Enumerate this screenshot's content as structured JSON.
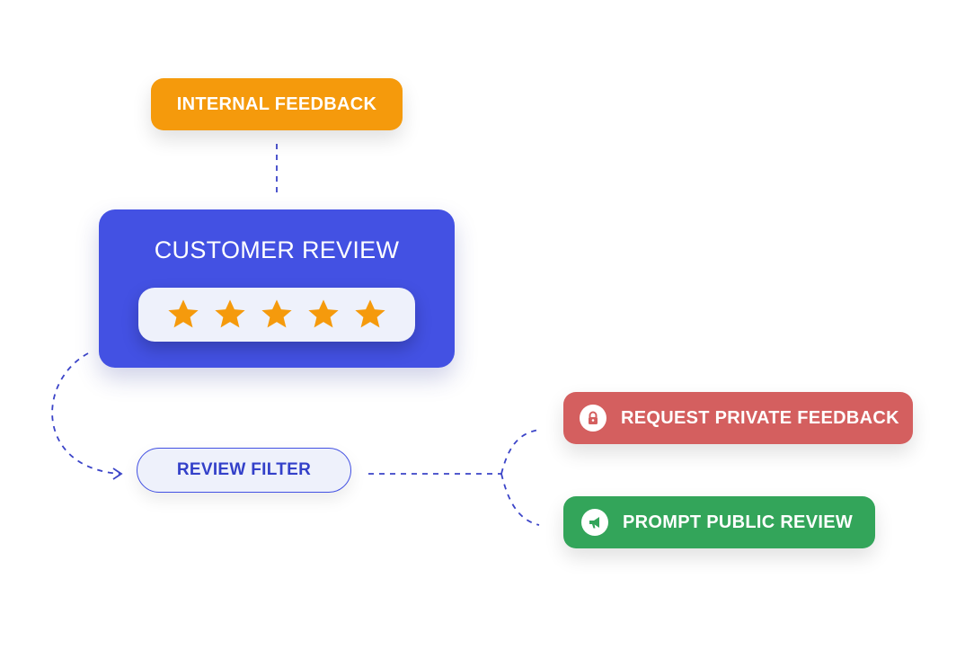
{
  "nodes": {
    "internal_feedback": "INTERNAL FEEDBACK",
    "customer_review": "CUSTOMER REVIEW",
    "review_filter": "REVIEW FILTER",
    "request_private_feedback": "REQUEST PRIVATE FEEDBACK",
    "prompt_public_review": "PROMPT PUBLIC REVIEW"
  },
  "rating": {
    "stars": 5,
    "max": 5
  },
  "icons": {
    "private": "lock-icon",
    "public": "megaphone-icon"
  },
  "colors": {
    "internal": "#f59a0c",
    "review_card": "#4351e3",
    "star": "#f59a0c",
    "filter_text": "#3340c9",
    "private": "#d45f5f",
    "public": "#33a55a",
    "connector": "#3b44c8"
  }
}
